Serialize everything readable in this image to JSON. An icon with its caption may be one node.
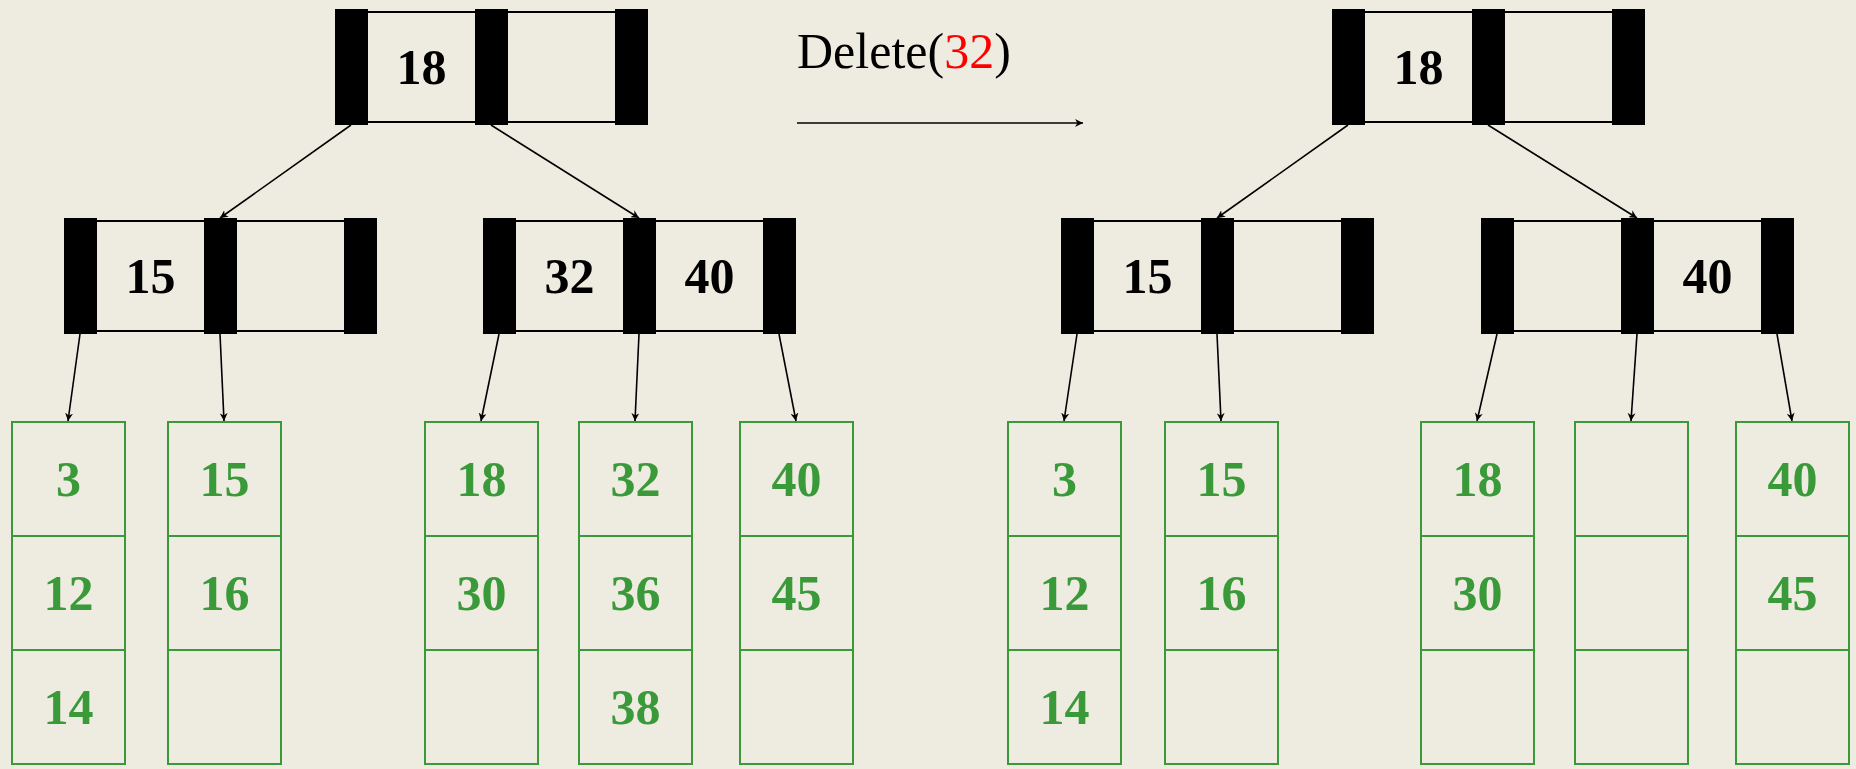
{
  "diagram": {
    "nodes": [
      {
        "text": [
          "18"
        ]
      },
      {
        "text": [
          "15"
        ]
      },
      {
        "text": [
          "32",
          "40"
        ]
      },
      {
        "text": [
          "3",
          "12",
          "14"
        ]
      },
      {
        "text": [
          "15",
          "16"
        ]
      },
      {
        "text": [
          "18",
          "30"
        ]
      },
      {
        "text": [
          "32",
          "36",
          "38"
        ]
      },
      {
        "text": [
          "40",
          "45"
        ]
      },
      {
        "text": [
          "18"
        ]
      },
      {
        "text": [
          "15"
        ]
      },
      {
        "text": [
          "40"
        ]
      },
      {
        "text": [
          "3",
          "12",
          "14"
        ]
      },
      {
        "text": [
          "15",
          "16"
        ]
      },
      {
        "text": [
          "18",
          "30"
        ]
      },
      {
        "text": [],
        "shape": "box"
      },
      {
        "text": [
          "40",
          "45"
        ]
      }
    ],
    "edges": [
      {
        "from": 0,
        "to": 1,
        "arrow": "to"
      },
      {
        "from": 0,
        "to": 2,
        "arrow": "to"
      },
      {
        "from": 1,
        "to": 3,
        "arrow": "to"
      },
      {
        "from": 1,
        "to": 4,
        "arrow": "to"
      },
      {
        "from": 2,
        "to": 5,
        "arrow": "to"
      },
      {
        "from": 2,
        "to": 6,
        "arrow": "to"
      },
      {
        "from": 2,
        "to": 7,
        "arrow": "to"
      },
      {
        "from": 8,
        "to": 9,
        "arrow": "to"
      },
      {
        "from": 8,
        "to": 10,
        "arrow": "to"
      },
      {
        "from": 9,
        "to": 11,
        "arrow": "to"
      },
      {
        "from": 9,
        "to": 12,
        "arrow": "to"
      },
      {
        "from": 10,
        "to": 13,
        "arrow": "to"
      },
      {
        "from": 10,
        "to": 14,
        "arrow": "to"
      },
      {
        "from": 10,
        "to": 15,
        "arrow": "to"
      }
    ],
    "labels": [
      "Delete(32)"
    ]
  }
}
